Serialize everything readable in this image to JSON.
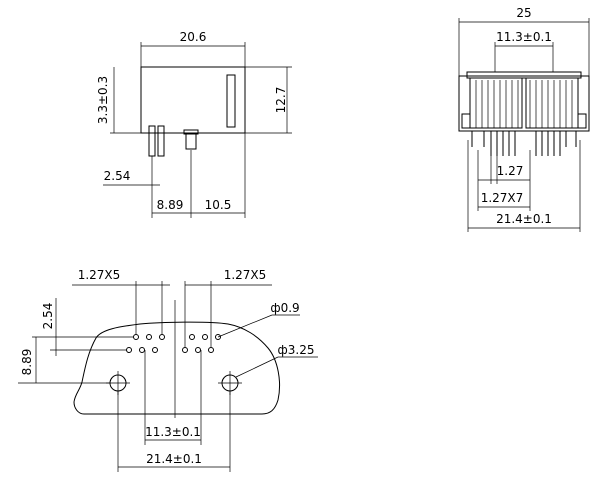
{
  "side_view": {
    "width": "20.6",
    "offset_height": "3.3±0.3",
    "height": "12.7",
    "pin_row_spacing": "2.54",
    "pin_offset": "8.89",
    "pin_to_back": "10.5"
  },
  "front_view": {
    "overall_width": "25",
    "port_pitch": "11.3±0.1",
    "pin_pitch": "1.27",
    "pin_span": "1.27X7",
    "mount_span": "21.4±0.1"
  },
  "footprint": {
    "left_pitch": "1.27X5",
    "right_pitch": "1.27X5",
    "row_spacing": "2.54",
    "pin_to_post": "8.89",
    "pin_hole": "ф0.9",
    "post_hole": "ф3.25",
    "port_pitch": "11.3±0.1",
    "post_span": "21.4±0.1"
  }
}
